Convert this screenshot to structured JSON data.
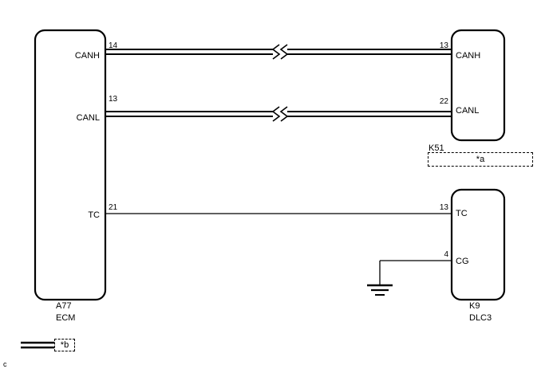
{
  "diagram": {
    "type": "wiring-diagram",
    "blocks": [
      {
        "id": "ecm",
        "name_code": "A77",
        "name_text": "ECM",
        "pins": [
          {
            "terminal": "14",
            "label": "CANH"
          },
          {
            "terminal": "13",
            "label": "CANL"
          },
          {
            "terminal": "21",
            "label": "TC"
          }
        ]
      },
      {
        "id": "k51",
        "name_code": "K51",
        "name_text": "",
        "pins": [
          {
            "terminal": "13",
            "label": "CANH"
          },
          {
            "terminal": "22",
            "label": "CANL"
          }
        ]
      },
      {
        "id": "dlc3",
        "name_code": "K9",
        "name_text": "DLC3",
        "pins": [
          {
            "terminal": "13",
            "label": "TC"
          },
          {
            "terminal": "4",
            "label": "CG"
          }
        ]
      }
    ],
    "callouts": [
      {
        "id": "callout-a",
        "text": "*a"
      },
      {
        "id": "callout-b",
        "text": "*b"
      }
    ],
    "footnote": "c",
    "colors": {
      "line": "#000000",
      "background": "#ffffff"
    }
  }
}
